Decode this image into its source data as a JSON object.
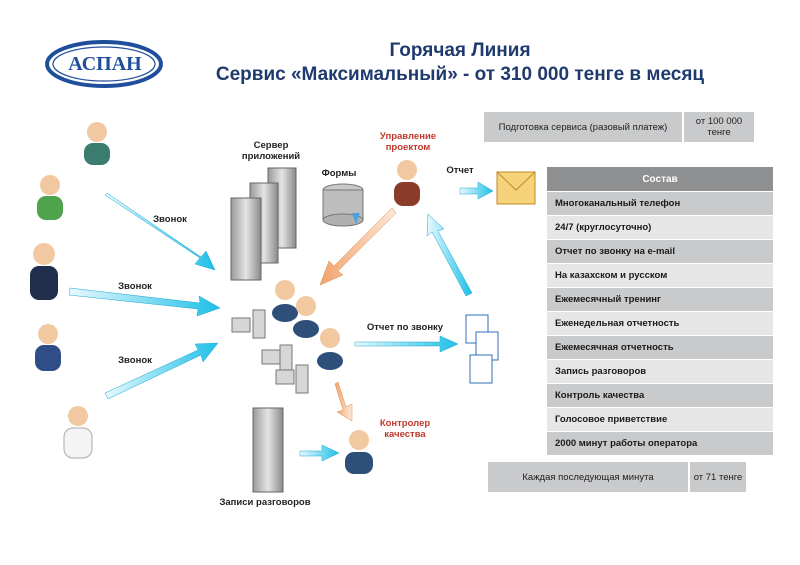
{
  "logo": {
    "text": "АСПАН"
  },
  "header": {
    "line1": "Горячая Линия",
    "line2": "Сервис «Максимальный» - от 310 000 тенге в месяц"
  },
  "setup": {
    "label": "Подготовка сервиса (разовый платеж)",
    "price": "от 100 000 тенге"
  },
  "per_minute": {
    "label": "Каждая последующая минута",
    "price": "от 71 тенге"
  },
  "composition": {
    "header": "Состав",
    "items": [
      "Многоканальный телефон",
      "24/7 (круглосуточно)",
      "Отчет по звонку на e-mail",
      "На казахском и русском",
      "Ежемесячный тренинг",
      "Еженедельная отчетность",
      "Ежемесячная отчетность",
      "Запись разговоров",
      "Контроль качества",
      "Голосовое приветствие",
      "2000 минут работы оператора"
    ]
  },
  "labels": {
    "server": "Сервер приложений",
    "forms": "Формы",
    "management": "Управление проектом",
    "report": "Отчет",
    "call1": "Звонок",
    "call2": "Звонок",
    "call3": "Звонок",
    "call_report": "Отчет по звонку",
    "quality": "Контролер качества",
    "recordings": "Записи разговоров"
  },
  "colors": {
    "arrow_blue": "#27c4ea",
    "arrow_orange": "#f4b183",
    "title": "#1f3a6e",
    "table_head": "#8e8f91"
  }
}
